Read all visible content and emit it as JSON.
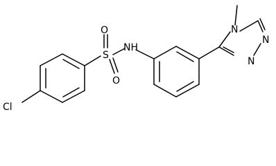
{
  "atoms": {
    "cl": "Cl",
    "s": "S",
    "o_top": "O",
    "o_bottom": "O",
    "nh": "NH",
    "n_methyl": "N",
    "n_right": "N",
    "n_bottom": "N"
  }
}
